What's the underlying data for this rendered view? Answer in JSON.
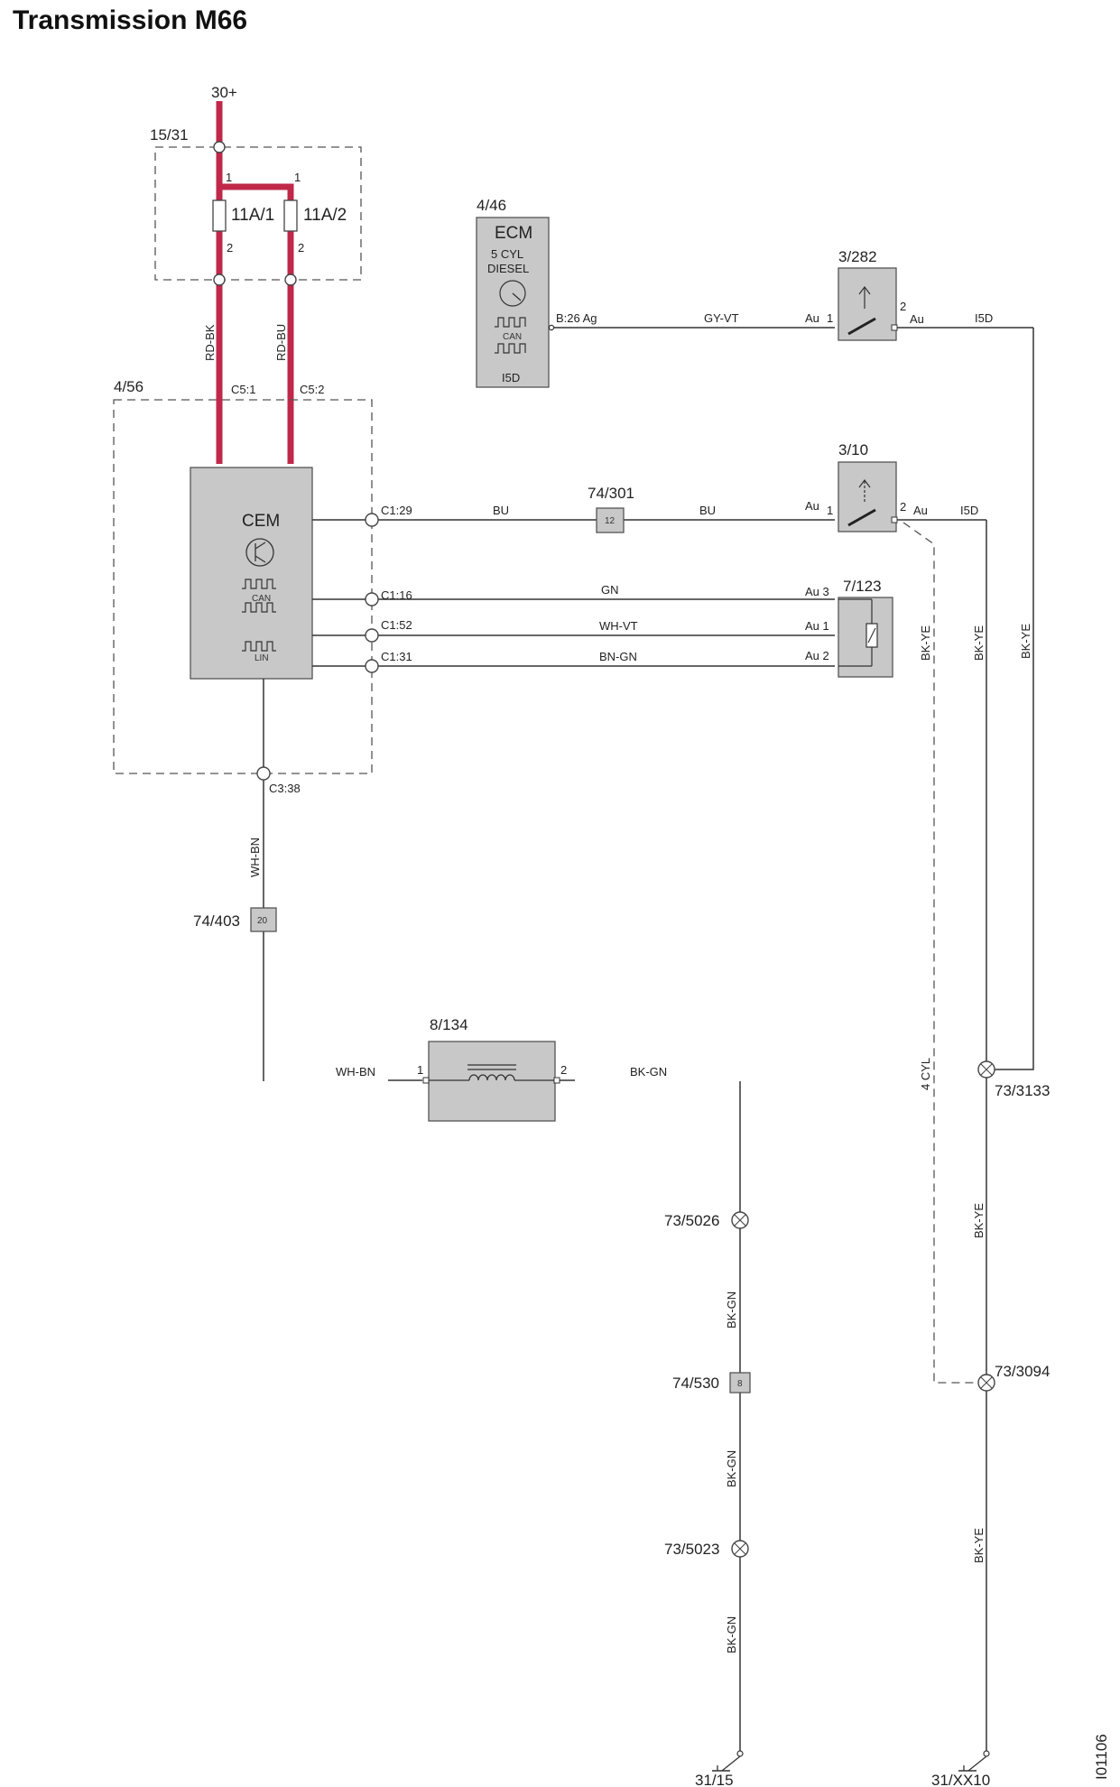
{
  "title": "Transmission M66",
  "image_code": "I01106",
  "power": {
    "supply": "30+",
    "fuse_box": "15/31",
    "fuse1": "11A/1",
    "fuse2": "11A/2",
    "pin1": "1",
    "pin2": "2",
    "wire1": "RD-BK",
    "wire2": "RD-BU",
    "conn1": "C5:1",
    "conn2": "C5:2"
  },
  "cem": {
    "ref": "4/56",
    "label": "CEM",
    "can": "CAN",
    "lin": "LIN",
    "c129": "C1:29",
    "c116": "C1:16",
    "c152": "C1:52",
    "c131": "C1:31",
    "c338": "C3:38"
  },
  "ecm": {
    "ref": "4/46",
    "name": "ECM",
    "line2": "5 CYL",
    "line3": "DIESEL",
    "can": "CAN",
    "variant": "I5D",
    "pin": "B:26 Ag"
  },
  "switch1": {
    "ref": "3/282",
    "pin_in": "Au",
    "num_in": "1",
    "num_out": "2",
    "pin_out": "Au",
    "variant": "I5D"
  },
  "switch2": {
    "ref": "3/10",
    "pin_in": "Au",
    "num_in": "1",
    "num_out": "2",
    "pin_out": "Au",
    "variant": "I5D"
  },
  "sensor": {
    "ref": "7/123",
    "p3": "Au 3",
    "p1": "Au 1",
    "p2": "Au 2"
  },
  "wires": {
    "gy_vt": "GY-VT",
    "bu": "BU",
    "gn": "GN",
    "wh_vt": "WH-VT",
    "bn_gn": "BN-GN",
    "wh_bn": "WH-BN",
    "bk_gn": "BK-GN",
    "bk_ye": "BK-YE",
    "four_cyl": "4 CYL"
  },
  "connectors": {
    "c74_301": "74/301",
    "c74_301_pin": "12",
    "c74_403": "74/403",
    "c74_403_pin": "20",
    "c74_530": "74/530",
    "c74_530_pin": "8"
  },
  "coil": {
    "ref": "8/134",
    "pin1": "1",
    "pin2": "2"
  },
  "splices": {
    "s3133": "73/3133",
    "s3094": "73/3094",
    "s5026": "73/5026",
    "s5023": "73/5023"
  },
  "grounds": {
    "g1": "31/15",
    "g2": "31/XX10"
  }
}
